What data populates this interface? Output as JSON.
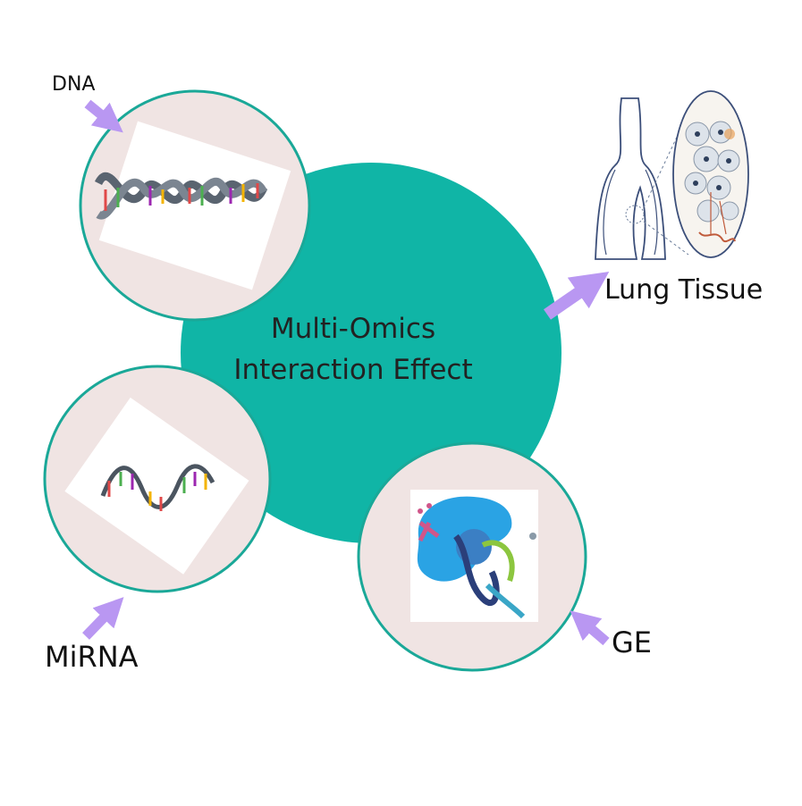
{
  "center": {
    "line1": "Multi-Omics",
    "line2": "Interaction Effect",
    "color": "#10b5a6"
  },
  "nodes": {
    "dna": {
      "label": "DNA",
      "icon": "dna-double-helix"
    },
    "mirna": {
      "label": "MiRNA",
      "icon": "rna-single-strand"
    },
    "ge": {
      "label": "GE",
      "icon": "gene-expression-ribosome"
    },
    "lung": {
      "label": "Lung Tissue",
      "icon": "lung-tissue"
    }
  },
  "colors": {
    "arrow": "#b997f2",
    "node_fill": "#f0e4e3",
    "node_border": "#1aa898"
  }
}
